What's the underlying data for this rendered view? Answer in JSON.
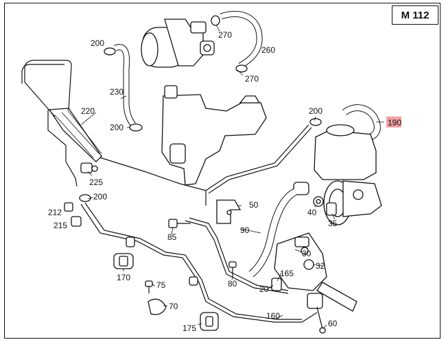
{
  "header": {
    "model": "M 112"
  },
  "callouts": [
    {
      "id": "270a",
      "text": "270"
    },
    {
      "id": "260",
      "text": "260"
    },
    {
      "id": "270b",
      "text": "270"
    },
    {
      "id": "200a",
      "text": "200"
    },
    {
      "id": "230",
      "text": "230"
    },
    {
      "id": "200b",
      "text": "200"
    },
    {
      "id": "220",
      "text": "220"
    },
    {
      "id": "200c",
      "text": "200"
    },
    {
      "id": "190",
      "text": "190",
      "highlight": "#f4a0a4"
    },
    {
      "id": "225",
      "text": "225"
    },
    {
      "id": "200d",
      "text": "200"
    },
    {
      "id": "212",
      "text": "212"
    },
    {
      "id": "215",
      "text": "215"
    },
    {
      "id": "50",
      "text": "50"
    },
    {
      "id": "40",
      "text": "40"
    },
    {
      "id": "35",
      "text": "35"
    },
    {
      "id": "85",
      "text": "85"
    },
    {
      "id": "90",
      "text": "90"
    },
    {
      "id": "30",
      "text": "30"
    },
    {
      "id": "32",
      "text": "32"
    },
    {
      "id": "170",
      "text": "170"
    },
    {
      "id": "165",
      "text": "165"
    },
    {
      "id": "75",
      "text": "75"
    },
    {
      "id": "80",
      "text": "80"
    },
    {
      "id": "20",
      "text": "20"
    },
    {
      "id": "70",
      "text": "70"
    },
    {
      "id": "160",
      "text": "160"
    },
    {
      "id": "175",
      "text": "175"
    },
    {
      "id": "60",
      "text": "60"
    }
  ]
}
